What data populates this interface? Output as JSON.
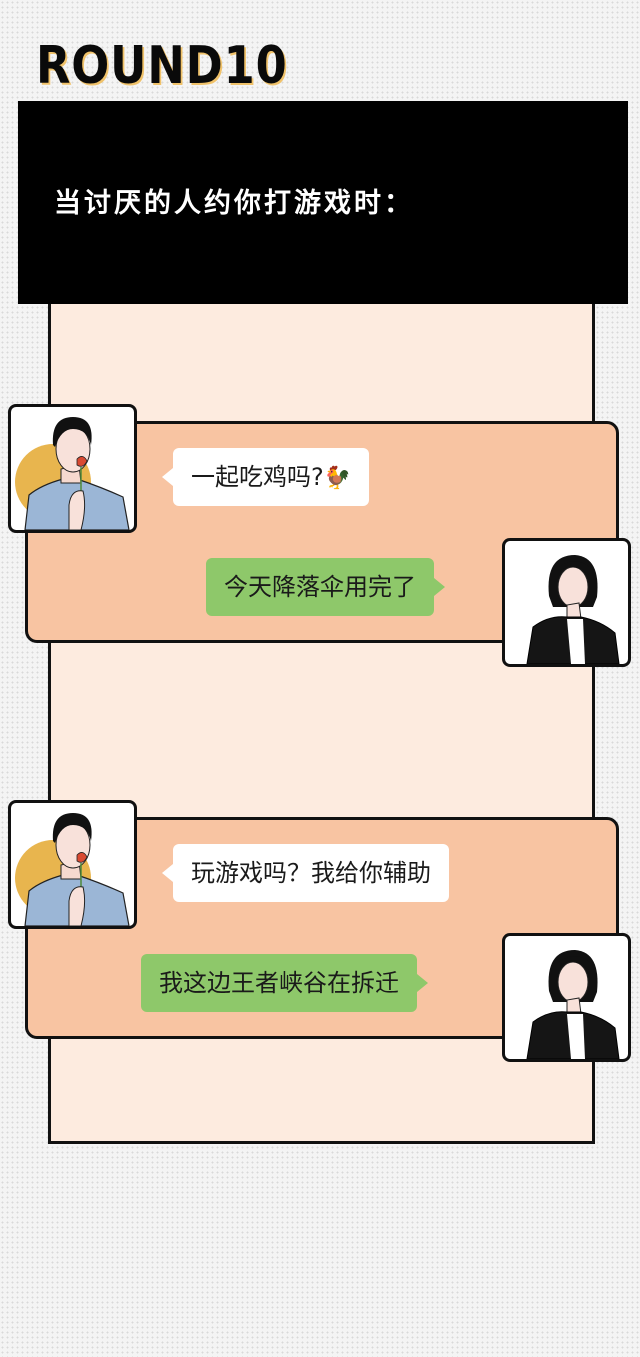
{
  "header": {
    "round_label": "ROUND10",
    "prompt": "当讨厌的人约你打游戏时："
  },
  "colors": {
    "header_bg": "#000000",
    "panel_bg": "#fdebdf",
    "chat_block_bg": "#f8c4a2",
    "incoming_bubble": "#ffffff",
    "outgoing_bubble": "#8ec86a",
    "avatar_circle": "#e8b54e",
    "male_shirt": "#9bb6d6"
  },
  "conversations": [
    {
      "incoming": {
        "text": "一起吃鸡吗?",
        "icon": "chicken-icon",
        "icon_glyph": "🐓"
      },
      "outgoing": {
        "text": "今天降落伞用完了"
      }
    },
    {
      "incoming": {
        "text": "玩游戏吗？我给你辅助"
      },
      "outgoing": {
        "text": "我这边王者峡谷在拆迁"
      }
    }
  ]
}
